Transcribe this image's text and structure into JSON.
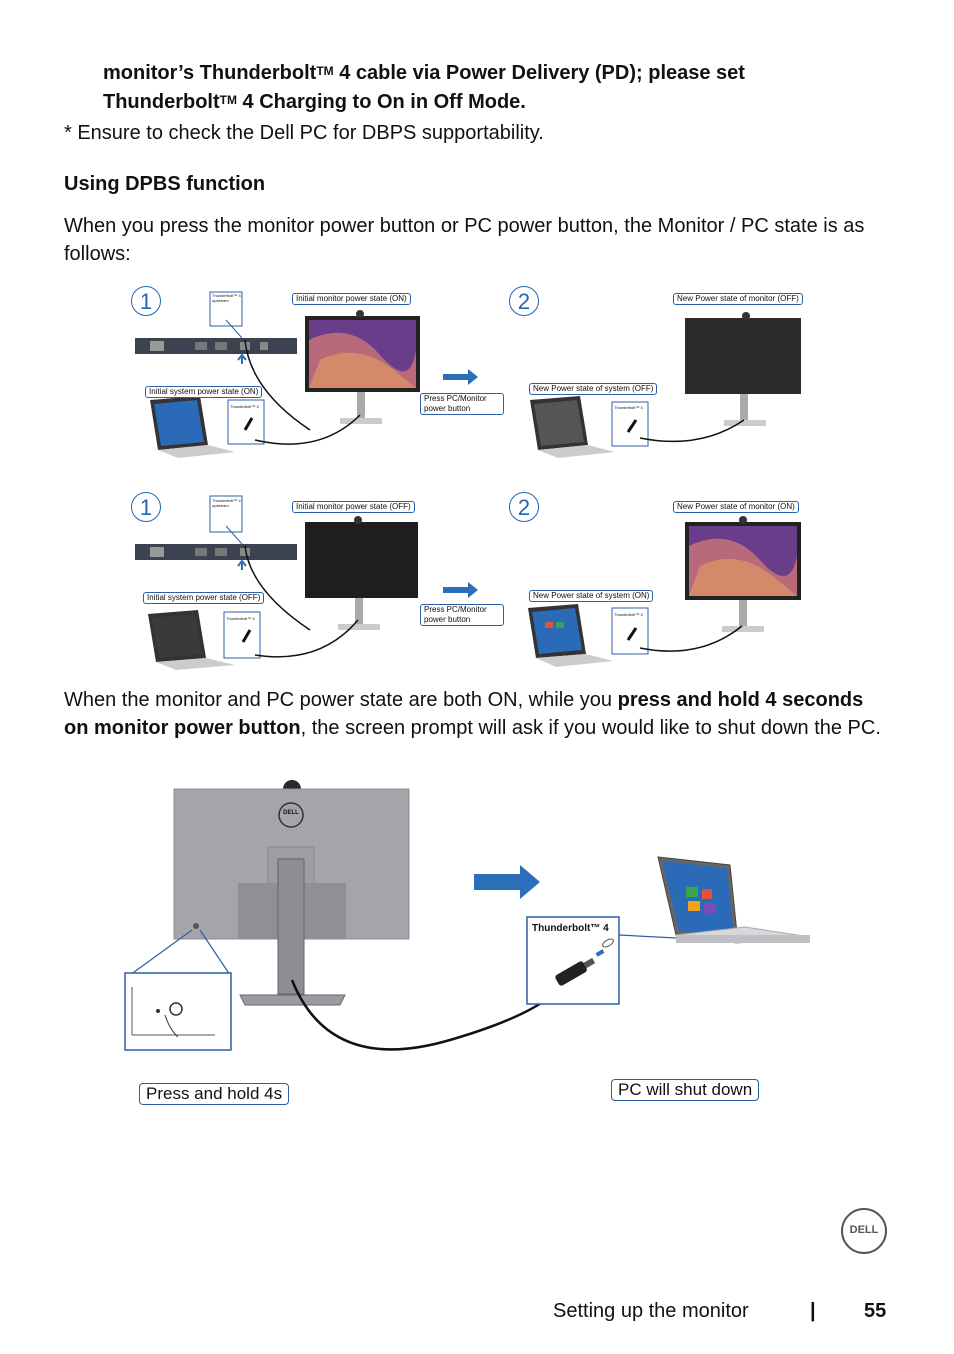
{
  "heading": {
    "part1": "monitor’s Thunderbolt",
    "tm1": "TM",
    "part2": " 4 cable via Power Delivery (PD); please set",
    "part3": "Thunderbolt",
    "tm2": "TM",
    "part4": " 4 Charging to On in Off Mode."
  },
  "note": "* Ensure to check the Dell PC for DBPS supportability.",
  "subheading": "Using DPBS function",
  "intro": "When you press the monitor power button or PC power button, the Monitor / PC state is as follows:",
  "diagram1": {
    "step1": "1",
    "step2": "2",
    "init_monitor": "Initial monitor power state (ON)",
    "init_system": "Initial system power state (ON)",
    "press": "Press PC/Monitor power button",
    "new_monitor": "New Power state of monitor (OFF)",
    "new_system": "New Power state of system (OFF)",
    "tb_upstream": "Thunderbolt™ 4 upstream",
    "tb": "Thunderbolt™ 4"
  },
  "diagram2": {
    "step1": "1",
    "step2": "2",
    "init_monitor": "Initial monitor power state (OFF)",
    "init_system": "Initial system power state (OFF)",
    "press": "Press PC/Monitor power button",
    "new_monitor": "New Power state of monitor (ON)",
    "new_system": "New Power state of system (ON)",
    "tb_upstream": "Thunderbolt™ 4 upstream",
    "tb": "Thunderbolt™ 4"
  },
  "para2": {
    "before": "When the monitor and PC power state are both ON, while you ",
    "bold": "press and hold 4 seconds on monitor power button",
    "after": ", the screen prompt will ask if you would like to shut down the PC."
  },
  "bottom": {
    "press_hold": "Press and hold 4s",
    "pc_shutdown": "PC will shut down",
    "tb_label": "Thunderbolt™ 4",
    "monitor_logo": "DELL"
  },
  "footer": {
    "section": "Setting up the monitor",
    "separator": "|",
    "page": "55",
    "logo": "DELL"
  },
  "colors": {
    "accent": "#2c6fb9",
    "text": "#111111"
  }
}
